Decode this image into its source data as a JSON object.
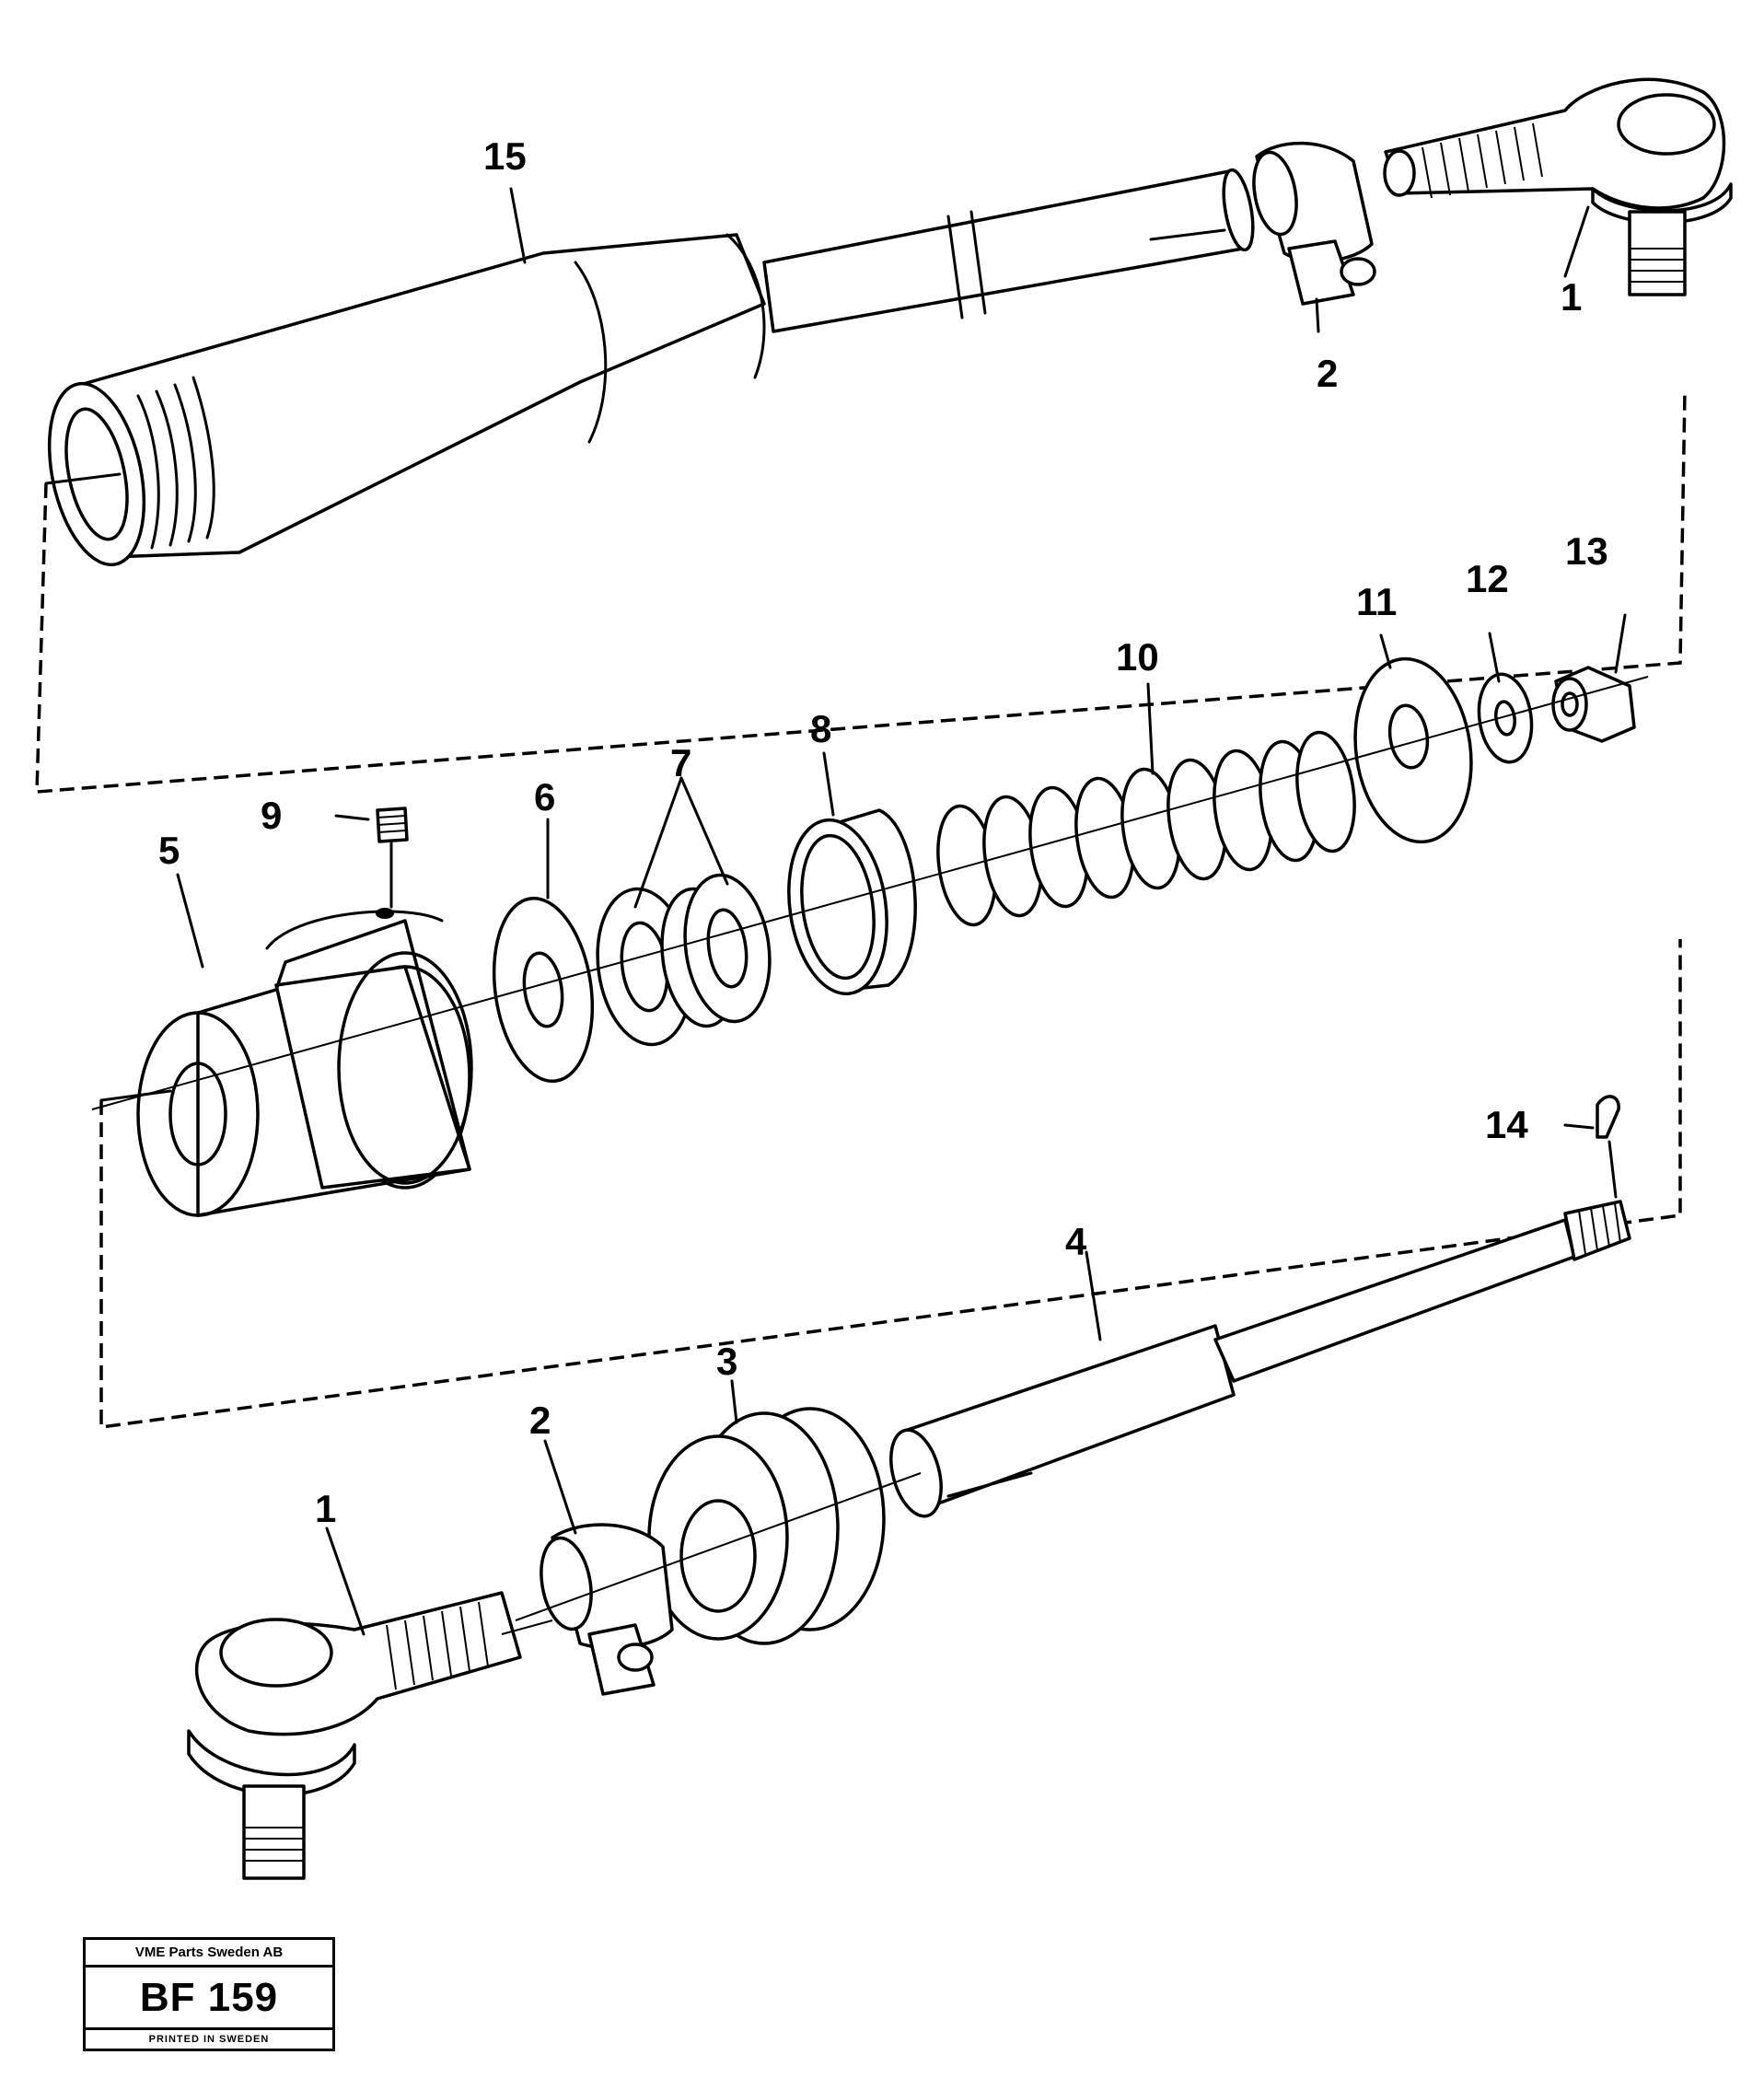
{
  "callouts": {
    "c15": "15",
    "c1_top": "1",
    "c2_top": "2",
    "c13": "13",
    "c12": "12",
    "c11": "11",
    "c10": "10",
    "c9": "9",
    "c8": "8",
    "c7": "7",
    "c6": "6",
    "c5": "5",
    "c14": "14",
    "c4": "4",
    "c3": "3",
    "c2_bottom": "2",
    "c1_bottom": "1"
  },
  "title_block": {
    "company": "VME Parts Sweden AB",
    "code": "BF 159",
    "printed": "PRINTED IN SWEDEN"
  }
}
